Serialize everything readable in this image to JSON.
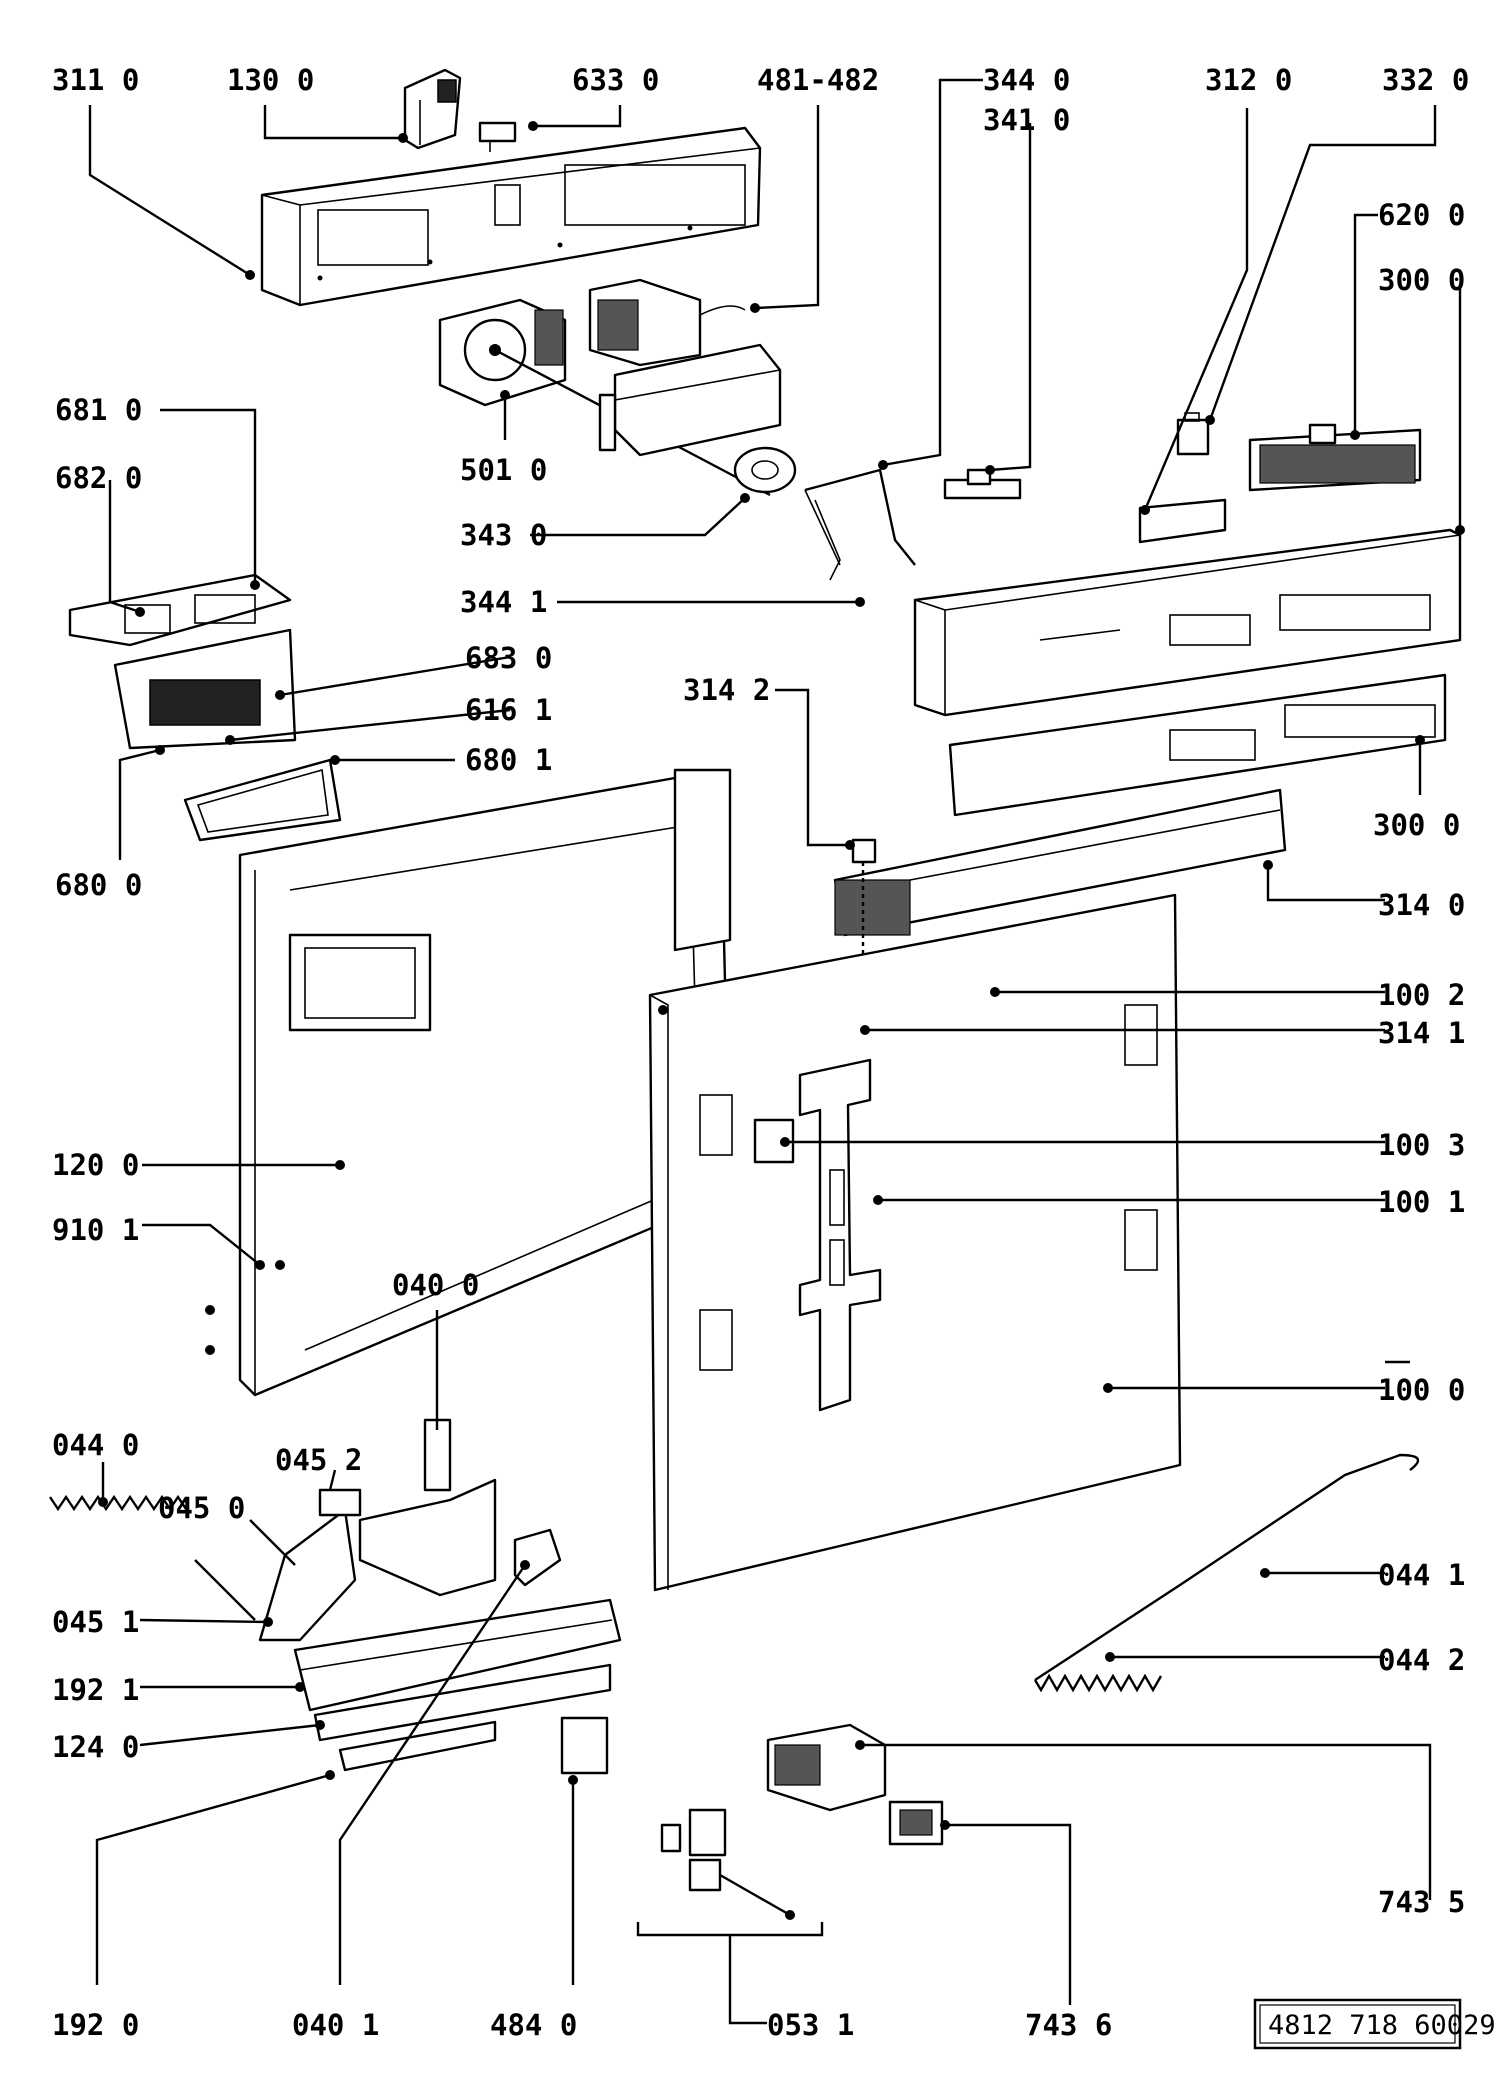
{
  "labels": [
    {
      "text": "311 0"
    },
    {
      "text": "130 0"
    },
    {
      "text": "633 0"
    },
    {
      "text": "481-482"
    },
    {
      "text": "344 0"
    },
    {
      "text": "341 0"
    },
    {
      "text": "312 0"
    },
    {
      "text": "332 0"
    },
    {
      "text": "620 0"
    },
    {
      "text": "300 0"
    },
    {
      "text": "681 0"
    },
    {
      "text": "682 0"
    },
    {
      "text": "501 0"
    },
    {
      "text": "343 0"
    },
    {
      "text": "344 1"
    },
    {
      "text": "683 0"
    },
    {
      "text": "616 1"
    },
    {
      "text": "680 1"
    },
    {
      "text": "680 0"
    },
    {
      "text": "314 2"
    },
    {
      "text": "300 0"
    },
    {
      "text": "314 0"
    },
    {
      "text": "100 2"
    },
    {
      "text": "314 1"
    },
    {
      "text": "100 3"
    },
    {
      "text": "100 1"
    },
    {
      "text": "120 0"
    },
    {
      "text": "910 1"
    },
    {
      "text": "040 0"
    },
    {
      "text": "100 0"
    },
    {
      "text": "044 0"
    },
    {
      "text": "045 2"
    },
    {
      "text": "045 0"
    },
    {
      "text": "044 1"
    },
    {
      "text": "045 1"
    },
    {
      "text": "044 2"
    },
    {
      "text": "192 1"
    },
    {
      "text": "124 0"
    },
    {
      "text": "743 5"
    },
    {
      "text": "192 0"
    },
    {
      "text": "040 1"
    },
    {
      "text": "484 0"
    },
    {
      "text": "053 1"
    },
    {
      "text": "743 6"
    }
  ],
  "reference_number": "4812 718 60029"
}
